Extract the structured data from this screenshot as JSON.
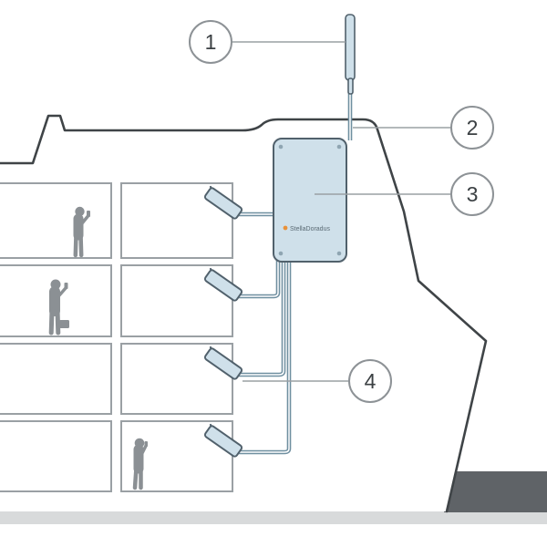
{
  "diagram": {
    "subject": "ship-mobile-signal-repeater-installation",
    "callouts": [
      {
        "label": "1",
        "points_to": "outdoor-marine-antenna"
      },
      {
        "label": "2",
        "points_to": "coaxial-cable"
      },
      {
        "label": "3",
        "points_to": "signal-repeater-unit"
      },
      {
        "label": "4",
        "points_to": "indoor-panel-antennas"
      }
    ],
    "repeater": {
      "logo_text": "StellaDoradus"
    },
    "colors": {
      "outline": "#3f4447",
      "cabin_line": "#9aa0a4",
      "device_fill": "#cfe0ea",
      "device_stroke": "#51616c",
      "cable": "#6f8fa0",
      "silhouette": "#8b9094",
      "quay": "#5f6367",
      "ground_strip": "#d8dadb",
      "callout_stroke": "#8d9296",
      "callout_text": "#3b4043",
      "logo_accent": "#e8913a"
    }
  }
}
